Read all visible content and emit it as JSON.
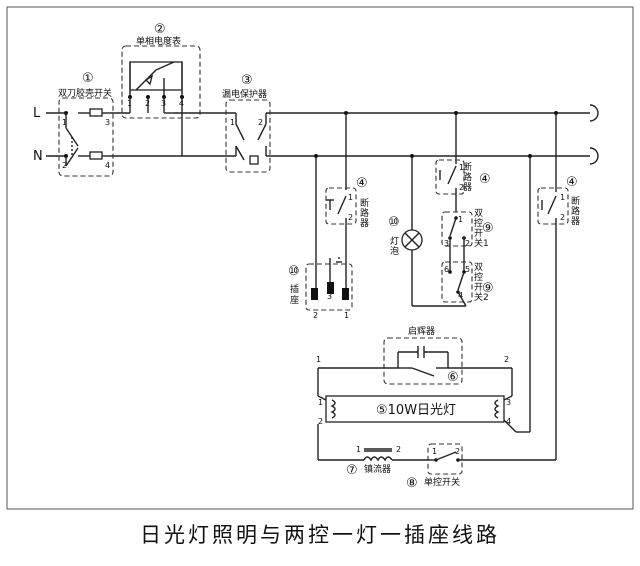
{
  "title": "日光灯照明与两控一灯一插座线路",
  "lines": {
    "L": "L",
    "N": "N"
  },
  "components": {
    "c1": {
      "num": "①",
      "label": "双刀胶壳开关",
      "pins": [
        "1",
        "2",
        "3",
        "4"
      ]
    },
    "c2": {
      "num": "②",
      "label": "单相电度表",
      "pins": [
        "1",
        "2",
        "3",
        "4"
      ]
    },
    "c3": {
      "num": "③",
      "label": "漏电保护器",
      "pins": [
        "1",
        "2"
      ]
    },
    "c4a": {
      "num": "④",
      "label": "断路器",
      "pins": [
        "1",
        "2"
      ]
    },
    "c4b": {
      "num": "④",
      "label": "断路器",
      "pins": [
        "1",
        "2"
      ]
    },
    "c4c": {
      "num": "④",
      "label": "断路器",
      "pins": [
        "1",
        "2"
      ]
    },
    "c10a": {
      "num": "⑩",
      "label": "插座",
      "pins": [
        "2",
        "1",
        "3"
      ]
    },
    "c10b": {
      "num": "⑩",
      "label": "灯泡"
    },
    "c9a": {
      "num": "⑨",
      "label": "双控开关1",
      "pins": [
        "1",
        "2",
        "3"
      ]
    },
    "c9b": {
      "num": "⑨",
      "label": "双控开关2",
      "pins": [
        "6",
        "4",
        "5"
      ]
    },
    "c6": {
      "num": "⑥",
      "label": "启辉器",
      "pins": [
        "1",
        "2"
      ]
    },
    "c5": {
      "num": "⑤",
      "label": "10W日光灯",
      "pins": [
        "1",
        "2",
        "3",
        "4"
      ]
    },
    "c7": {
      "num": "⑦",
      "label": "镇流器",
      "pins": [
        "1",
        "2"
      ]
    },
    "c8": {
      "num": "⑧",
      "label": "单控开关",
      "pins": [
        "1",
        "2"
      ]
    }
  }
}
